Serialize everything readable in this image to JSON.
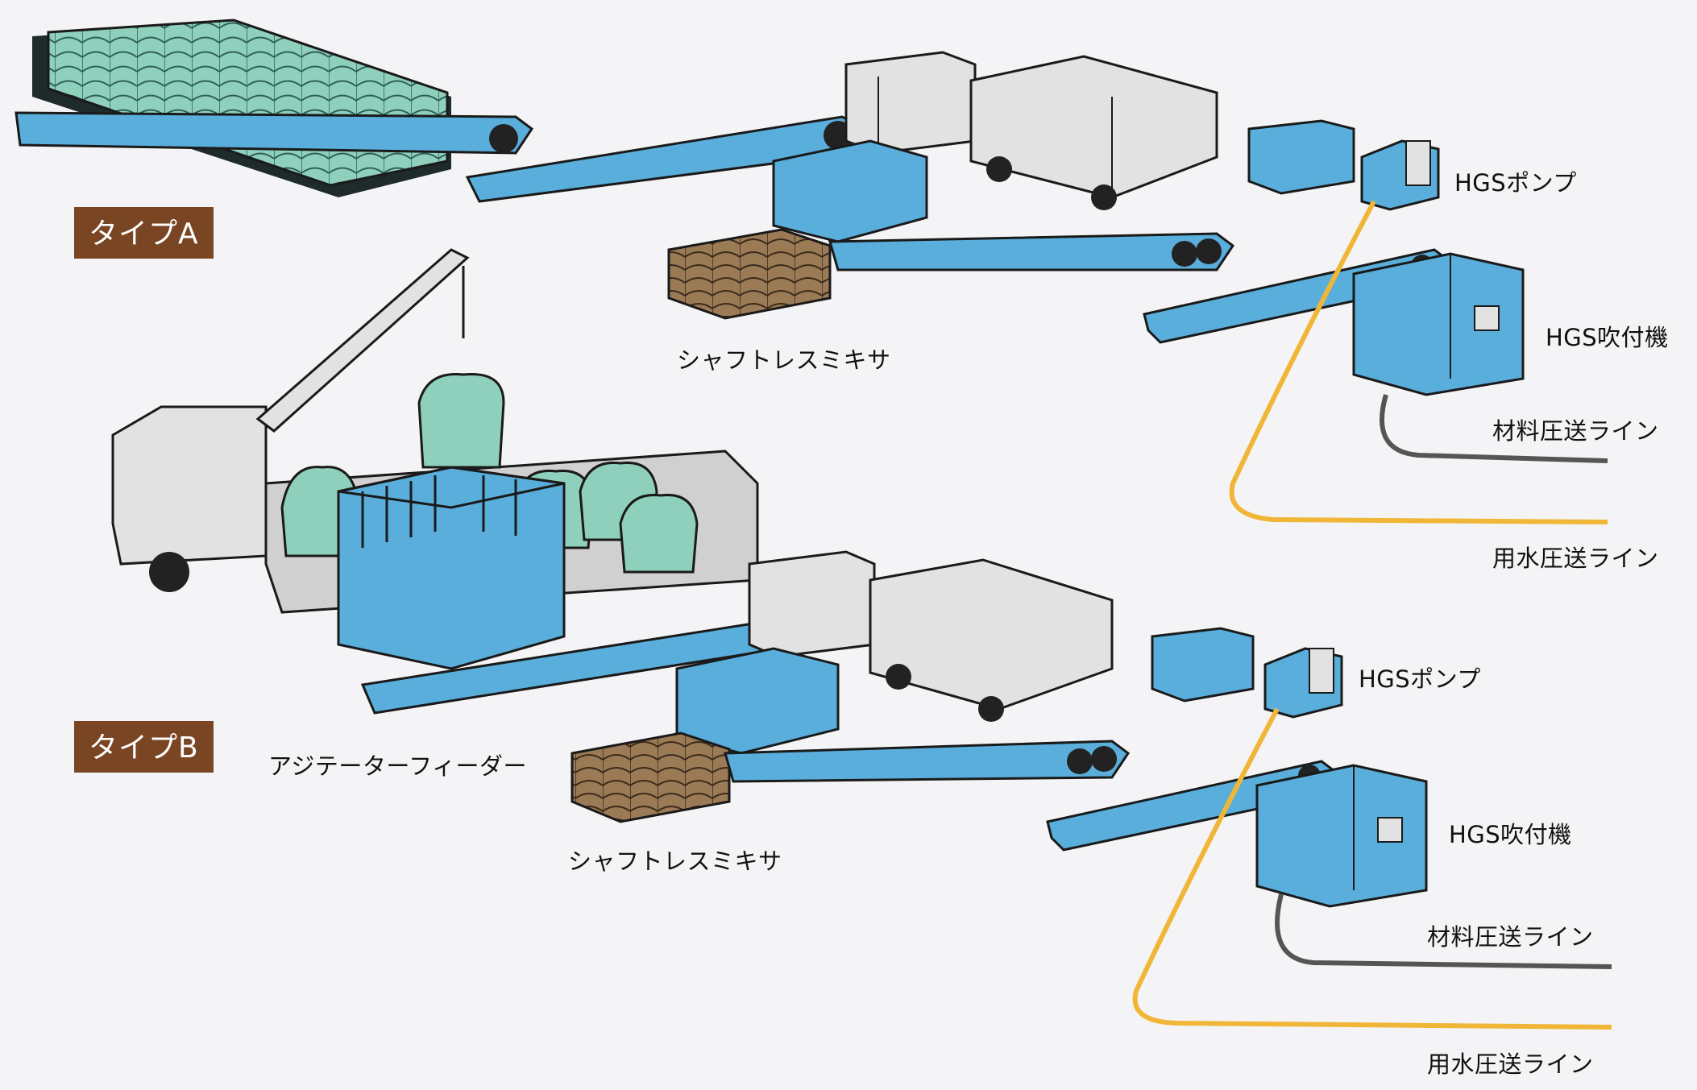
{
  "type_a": {
    "badge": "タイプA",
    "hgs_pump": "HGSポンプ",
    "hgs_sprayer": "HGS吹付機",
    "mixer": "シャフトレスミキサ",
    "material_line": "材料圧送ライン",
    "water_line": "用水圧送ライン"
  },
  "type_b": {
    "badge": "タイプB",
    "hgs_pump": "HGSポンプ",
    "hgs_sprayer": "HGS吹付機",
    "mixer": "シャフトレスミキサ",
    "agitator_feeder": "アジテーターフィーダー",
    "material_line": "材料圧送ライン",
    "water_line": "用水圧送ライン"
  },
  "colors": {
    "equipment_blue": "#5aaedb",
    "outline": "#1a1a1a",
    "bag_green": "#8fd0bd",
    "bag_brown": "#9b7a56",
    "water_line": "#f0b637",
    "material_line": "#555555",
    "badge": "#7a4523",
    "machine_gray": "#e2e2e2"
  }
}
